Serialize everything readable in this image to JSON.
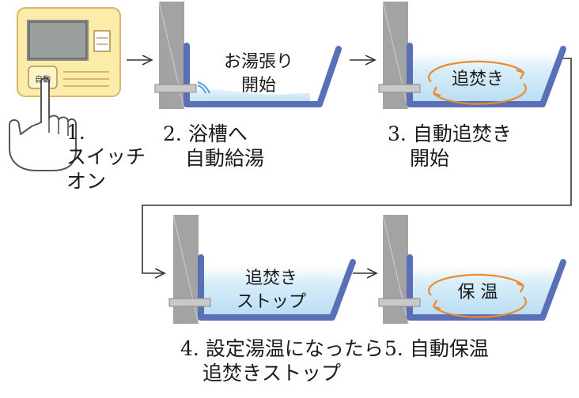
{
  "steps": [
    {
      "number": "1.",
      "lines": [
        "スイッチ",
        "オン"
      ]
    },
    {
      "number": "2.",
      "lines": [
        "浴槽へ",
        "自動給湯"
      ]
    },
    {
      "number": "3.",
      "lines": [
        "自動追焚き",
        "開始"
      ]
    },
    {
      "number": "4.",
      "lines": [
        "設定湯温になったら",
        "追焚きストップ"
      ]
    },
    {
      "number": "5.",
      "lines": [
        "自動保温"
      ]
    }
  ],
  "tubs": [
    {
      "lines": [
        "お湯張り",
        "開始"
      ]
    },
    {
      "lines": [
        "追焚き"
      ]
    },
    {
      "lines": [
        "追焚き",
        "ストップ"
      ]
    },
    {
      "lines": [
        "保 温"
      ]
    }
  ],
  "remote": {
    "button_label": "自動"
  },
  "colors": {
    "tub_outline": "#5a6fb5",
    "water": "#cfe8f7",
    "pillar": "#a0a0a0",
    "remote_panel": "#fbecaa",
    "cycle_arrow": "#ec8a2d"
  }
}
